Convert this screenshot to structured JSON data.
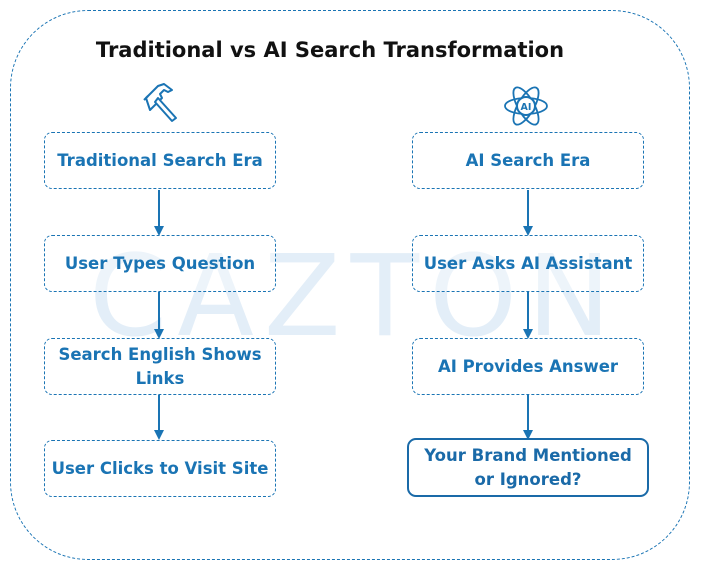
{
  "title": "Traditional vs AI Search Transformation",
  "watermark": "CAZTON",
  "icons": {
    "left": "hammer-icon",
    "right": "ai-atom-icon",
    "right_label": "AI"
  },
  "colors": {
    "accent": "#1a74b4",
    "watermark": "#e3eef8",
    "title": "#111111"
  },
  "columns": {
    "traditional": {
      "nodes": [
        "Traditional Search Era",
        "User Types Question",
        "Search English Shows Links",
        "User Clicks to Visit Site"
      ]
    },
    "ai": {
      "nodes": [
        "AI Search Era",
        "User Asks AI Assistant",
        "AI Provides Answer",
        "Your Brand Mentioned or Ignored?"
      ]
    }
  }
}
